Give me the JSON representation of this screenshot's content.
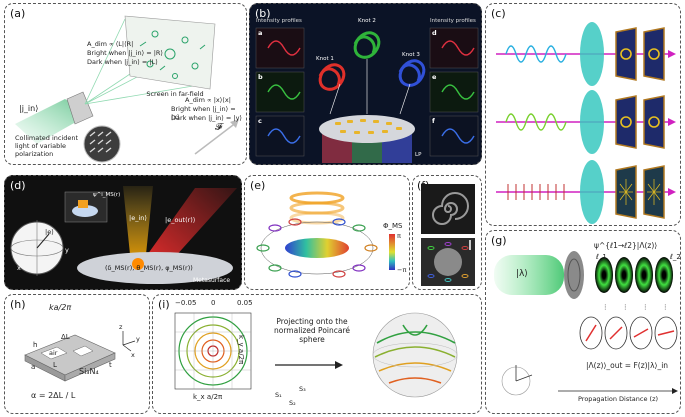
{
  "panels": {
    "a": {
      "label": "(a)",
      "screen_label": "Screen in far-field",
      "eq1": "A_dim ∝ ⟨L|⟨R|",
      "bright1": "Bright when |j_in⟩ = |R⟩",
      "dark1": "Dark when |j_in⟩ = |L⟩",
      "eq2": "A_dim ∝ |x⟩⟨x|",
      "bright2": "Bright when |j_in⟩ = |x⟩",
      "dark2": "Dark when |j_in⟩ = |y⟩",
      "jin": "|j_in⟩",
      "incident": "Collimated incident light of variable polarization",
      "fourier": "𝓕"
    },
    "b": {
      "label": "(b)",
      "intensity_left": "Intensity profiles",
      "intensity_right": "Intensity profiles",
      "knot1": "Knot 1",
      "knot2": "Knot 2",
      "knot3": "Knot 3",
      "lp": "LP",
      "sub": [
        "a",
        "b",
        "c",
        "d",
        "e",
        "f"
      ]
    },
    "c": {
      "label": "(c)"
    },
    "d": {
      "label": "(d)",
      "psi": "ψ^i_MS(r)",
      "ein": "|e_in⟩",
      "eout": "|e_out(r)⟩",
      "tuple": "(δ_MS(r), θ_MS(r), φ_MS(r))",
      "metasurface": "Metasurface",
      "sphere_x": "x",
      "sphere_y": "y",
      "sphere_e": "|e⟩"
    },
    "e": {
      "label": "(e)",
      "phi": "Φ_MS",
      "pi": "π",
      "mpi": "−π"
    },
    "f": {
      "label": "(f)"
    },
    "g": {
      "label": "(g)",
      "lambda": "|λ⟩",
      "psi": "ψ^{ℓ1→ℓ2}|Λ(z)⟩",
      "l1": "ℓ_1",
      "l2": "ℓ_2",
      "equation": "|Λ(z)⟩_out = F(z)|λ⟩_in",
      "axis": "Propagation Distance (z)",
      "dots": "⋮"
    },
    "h": {
      "label": "(h)",
      "title": "ka/2π",
      "h": "h",
      "dl": "ΔL",
      "air": "air",
      "t": "t",
      "a": "a",
      "L": "L",
      "material": "Si₃N₄",
      "alpha": "α = 2ΔL / L",
      "axis_z": "z",
      "axis_y": "y",
      "axis_x": "x"
    },
    "i": {
      "label": "(i)",
      "ticks_top": [
        "−0.05",
        "0",
        "0.05"
      ],
      "ylabel": "k_y a/2π",
      "xlabel": "k_x a/2π",
      "project": "Projecting onto the normalized Poincaré sphere",
      "s1": "S₁",
      "s2": "S₂",
      "s3": "S₃"
    }
  }
}
